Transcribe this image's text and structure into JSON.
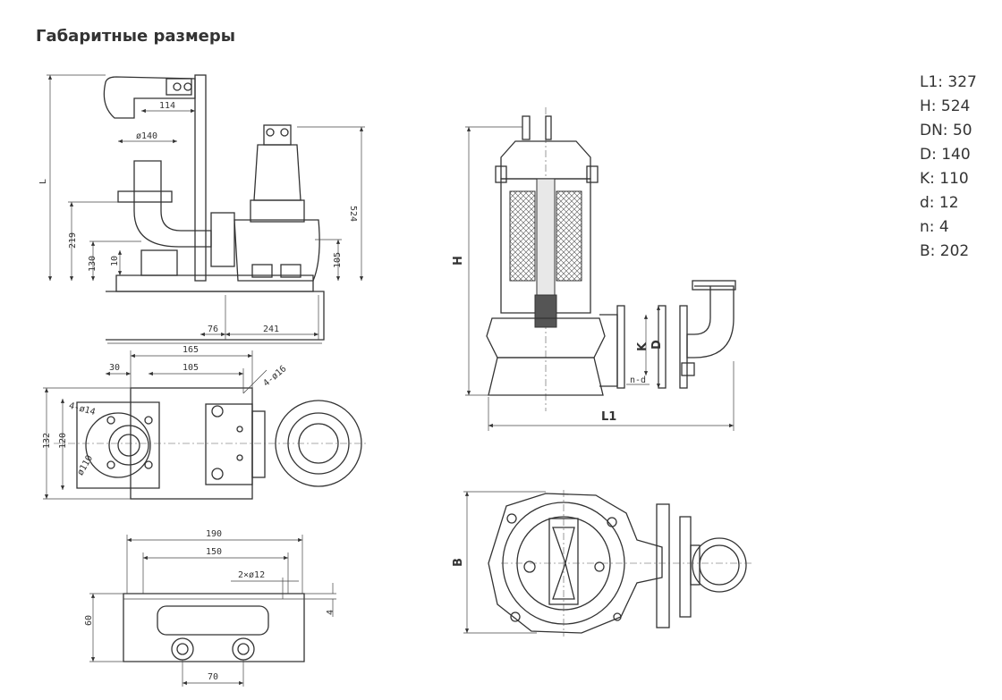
{
  "header": {
    "title": "Габаритные размеры"
  },
  "specs": [
    {
      "text": "L1: 327"
    },
    {
      "text": "H: 524"
    },
    {
      "text": "DN: 50"
    },
    {
      "text": "D: 140"
    },
    {
      "text": "K: 110"
    },
    {
      "text": "d: 12"
    },
    {
      "text": "n: 4"
    },
    {
      "text": "B: 202"
    }
  ],
  "side_view": {
    "dim_L": "L",
    "dim_114": "114",
    "dim_140": "ø140",
    "dim_219": "219",
    "dim_130": "130",
    "dim_10": "10",
    "dim_524": "524",
    "dim_105": "105",
    "dim_76": "76",
    "dim_241": "241"
  },
  "top_view": {
    "dim_165": "165",
    "dim_30": "30",
    "dim_105": "105",
    "dim_4x16": "4-ø16",
    "dim_4x14": "4-ø14",
    "dim_132": "132",
    "dim_120": "120",
    "dim_110": "ø110"
  },
  "bracket_view": {
    "dim_190": "190",
    "dim_150": "150",
    "dim_2x12": "2×ø12",
    "dim_60": "60",
    "dim_4": "4",
    "dim_70": "70"
  },
  "pump_section": {
    "label_H": "H",
    "label_K": "K",
    "label_D": "D",
    "label_nd": "n-d",
    "label_L1": "L1"
  },
  "pump_plan": {
    "label_B": "B"
  }
}
